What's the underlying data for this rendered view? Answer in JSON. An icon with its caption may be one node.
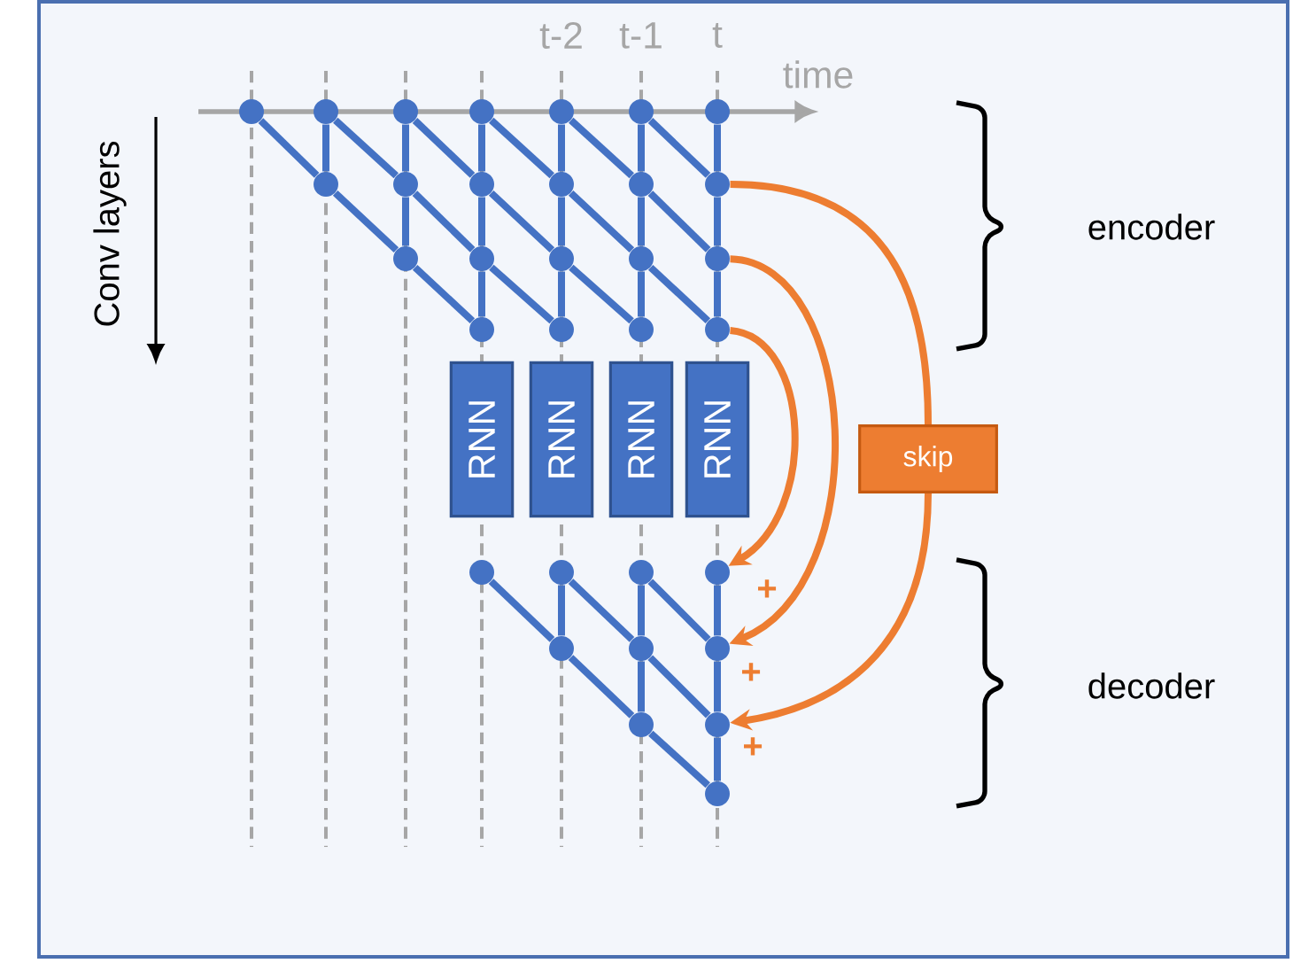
{
  "diagram": {
    "nodes": [
      {
        "text": [],
        "shape": "circle"
      },
      {
        "text": [],
        "shape": "circle"
      },
      {
        "text": [],
        "shape": "circle"
      },
      {
        "text": [],
        "shape": "circle"
      },
      {
        "text": [],
        "shape": "circle"
      },
      {
        "text": [],
        "shape": "circle"
      },
      {
        "text": [],
        "shape": "circle"
      },
      {
        "text": [],
        "shape": "circle"
      },
      {
        "text": [],
        "shape": "circle"
      },
      {
        "text": [],
        "shape": "circle"
      },
      {
        "text": [],
        "shape": "circle"
      },
      {
        "text": [],
        "shape": "circle"
      },
      {
        "text": [],
        "shape": "circle"
      },
      {
        "text": [],
        "shape": "circle"
      },
      {
        "text": [],
        "shape": "circle"
      },
      {
        "text": [],
        "shape": "circle"
      },
      {
        "text": [],
        "shape": "circle"
      },
      {
        "text": [],
        "shape": "circle"
      },
      {
        "text": [],
        "shape": "circle"
      },
      {
        "text": [],
        "shape": "circle"
      },
      {
        "text": [],
        "shape": "circle"
      },
      {
        "text": [],
        "shape": "circle"
      },
      {
        "text": [
          "RNN"
        ]
      },
      {
        "text": [
          "RNN"
        ]
      },
      {
        "text": [
          "RNN"
        ]
      },
      {
        "text": [
          "RNN"
        ]
      },
      {
        "text": [
          "skip"
        ]
      },
      {
        "text": [],
        "shape": "circle"
      },
      {
        "text": [],
        "shape": "circle"
      },
      {
        "text": [],
        "shape": "circle"
      },
      {
        "text": [],
        "shape": "circle"
      },
      {
        "text": [],
        "shape": "circle"
      },
      {
        "text": [],
        "shape": "circle"
      },
      {
        "text": [],
        "shape": "circle"
      },
      {
        "text": [],
        "shape": "circle"
      },
      {
        "text": [],
        "shape": "circle"
      },
      {
        "text": [],
        "shape": "circle"
      }
    ],
    "edges": [
      {
        "from": 1,
        "to": 7,
        "arrow": "none"
      },
      {
        "from": 2,
        "to": 8,
        "arrow": "none"
      },
      {
        "from": 3,
        "to": 9,
        "arrow": "none"
      },
      {
        "from": 4,
        "to": 10,
        "arrow": "none"
      },
      {
        "from": 5,
        "to": 11,
        "arrow": "none"
      },
      {
        "from": 6,
        "to": 12,
        "arrow": "none"
      },
      {
        "from": 8,
        "to": 13,
        "arrow": "none"
      },
      {
        "from": 9,
        "to": 14,
        "arrow": "none"
      },
      {
        "from": 10,
        "to": 15,
        "arrow": "none"
      },
      {
        "from": 11,
        "to": 16,
        "arrow": "none"
      },
      {
        "from": 12,
        "to": 17,
        "arrow": "none"
      },
      {
        "from": 14,
        "to": 18,
        "arrow": "none"
      },
      {
        "from": 15,
        "to": 19,
        "arrow": "none"
      },
      {
        "from": 16,
        "to": 20,
        "arrow": "none"
      },
      {
        "from": 17,
        "to": 21,
        "arrow": "none"
      },
      {
        "from": 0,
        "to": 7,
        "arrow": "none"
      },
      {
        "from": 1,
        "to": 8,
        "arrow": "none"
      },
      {
        "from": 2,
        "to": 9,
        "arrow": "none"
      },
      {
        "from": 3,
        "to": 10,
        "arrow": "none"
      },
      {
        "from": 4,
        "to": 11,
        "arrow": "none"
      },
      {
        "from": 5,
        "to": 12,
        "arrow": "none"
      },
      {
        "from": 7,
        "to": 13,
        "arrow": "none"
      },
      {
        "from": 8,
        "to": 14,
        "arrow": "none"
      },
      {
        "from": 9,
        "to": 15,
        "arrow": "none"
      },
      {
        "from": 10,
        "to": 16,
        "arrow": "none"
      },
      {
        "from": 11,
        "to": 17,
        "arrow": "none"
      },
      {
        "from": 13,
        "to": 18,
        "arrow": "none"
      },
      {
        "from": 14,
        "to": 19,
        "arrow": "none"
      },
      {
        "from": 15,
        "to": 20,
        "arrow": "none"
      },
      {
        "from": 16,
        "to": 21,
        "arrow": "none"
      },
      {
        "from": 28,
        "to": 31,
        "arrow": "none"
      },
      {
        "from": 29,
        "to": 32,
        "arrow": "none"
      },
      {
        "from": 30,
        "to": 33,
        "arrow": "none"
      },
      {
        "from": 32,
        "to": 34,
        "arrow": "none"
      },
      {
        "from": 33,
        "to": 35,
        "arrow": "none"
      },
      {
        "from": 35,
        "to": 36,
        "arrow": "none"
      },
      {
        "from": 27,
        "to": 31,
        "arrow": "none"
      },
      {
        "from": 28,
        "to": 32,
        "arrow": "none"
      },
      {
        "from": 29,
        "to": 33,
        "arrow": "none"
      },
      {
        "from": 31,
        "to": 34,
        "arrow": "none"
      },
      {
        "from": 32,
        "to": 35,
        "arrow": "none"
      },
      {
        "from": 34,
        "to": 36,
        "arrow": "none"
      },
      {
        "from": 21,
        "to": 30,
        "arrow": "to",
        "color": "#ed7d31"
      },
      {
        "from": 17,
        "to": 33,
        "arrow": "to",
        "color": "#ed7d31"
      },
      {
        "from": 12,
        "to": 26,
        "arrow": "none",
        "color": "#ed7d31"
      },
      {
        "from": 26,
        "to": 35,
        "arrow": "to",
        "color": "#ed7d31"
      }
    ],
    "labels": [
      "t-2",
      "t-1",
      "t",
      "time",
      "Conv layers",
      "encoder",
      "+",
      "+",
      "decoder",
      "+"
    ]
  }
}
